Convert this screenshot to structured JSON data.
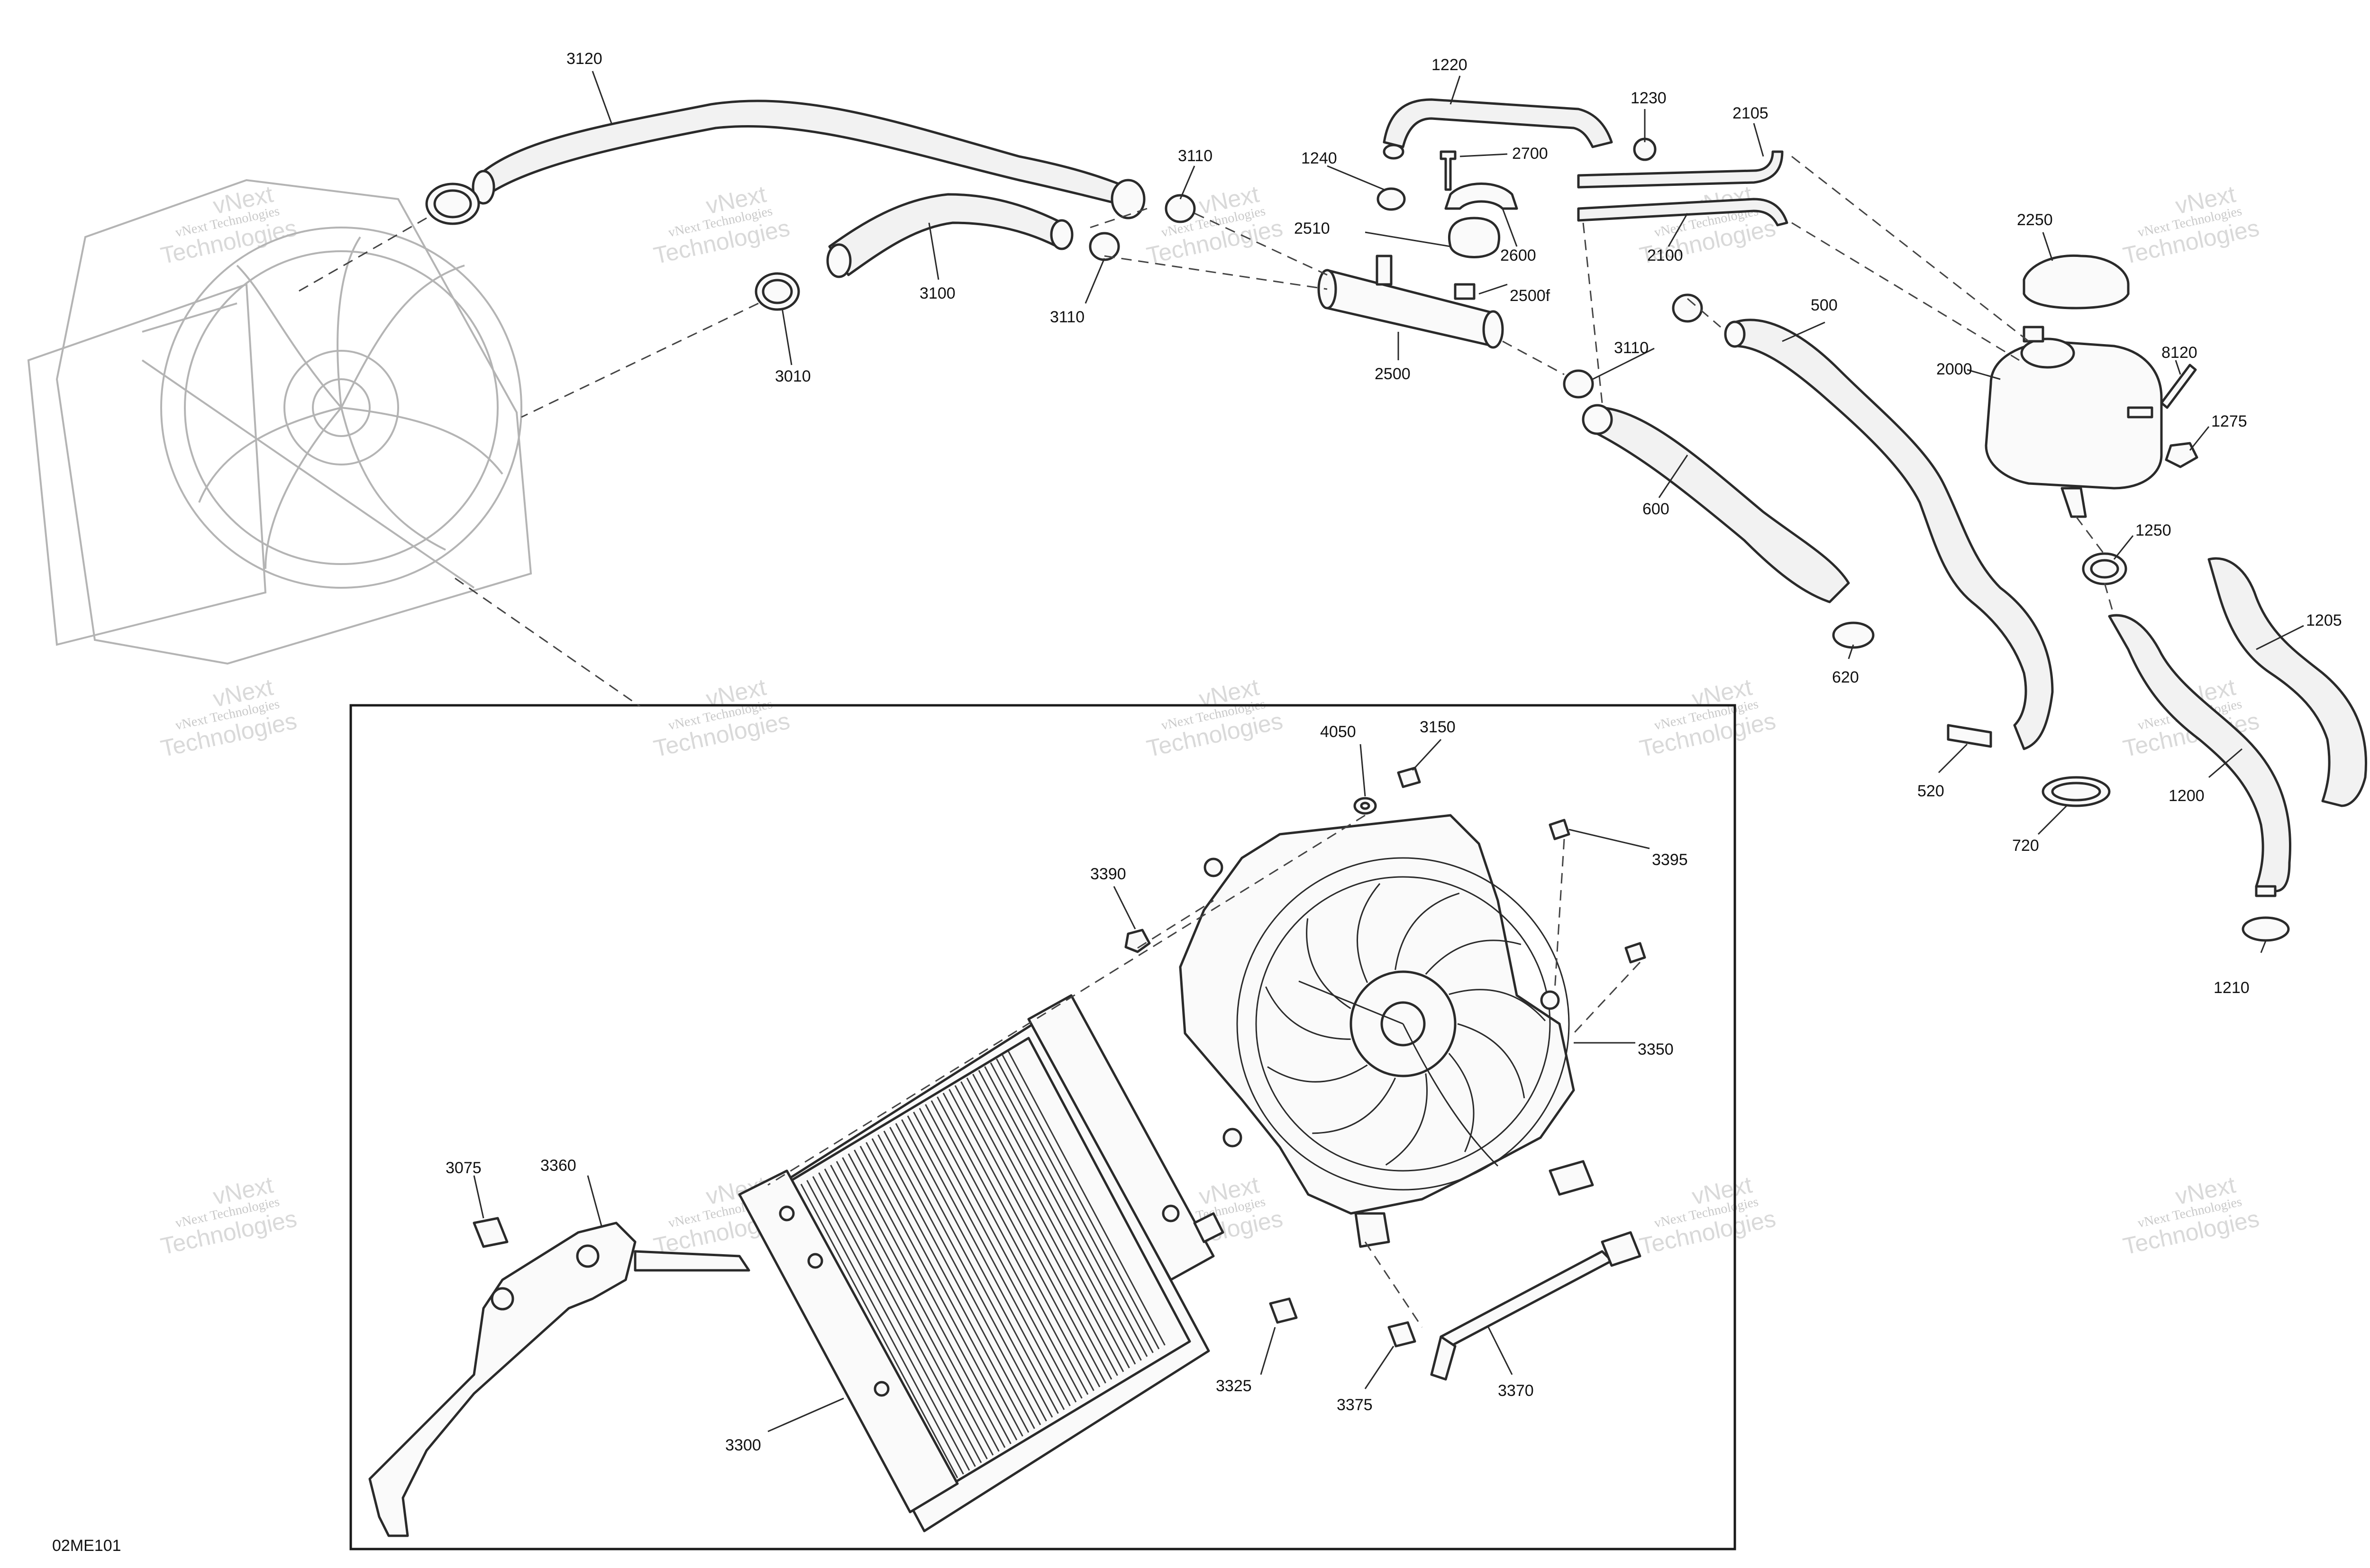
{
  "document": {
    "drawing_id": "02ME101"
  },
  "watermark": {
    "line1": "vNext Technologies",
    "line2": "vNext",
    "line3": "Technologies"
  },
  "callouts": [
    {
      "id": "3120",
      "label": "3120"
    },
    {
      "id": "1220",
      "label": "1220"
    },
    {
      "id": "1230",
      "label": "1230"
    },
    {
      "id": "2105",
      "label": "2105"
    },
    {
      "id": "1240",
      "label": "1240"
    },
    {
      "id": "2700",
      "label": "2700"
    },
    {
      "id": "3110a",
      "label": "3110"
    },
    {
      "id": "2510",
      "label": "2510"
    },
    {
      "id": "2600",
      "label": "2600"
    },
    {
      "id": "2100",
      "label": "2100"
    },
    {
      "id": "2250",
      "label": "2250"
    },
    {
      "id": "3100",
      "label": "3100"
    },
    {
      "id": "3110b",
      "label": "3110"
    },
    {
      "id": "2500f",
      "label": "2500f"
    },
    {
      "id": "500",
      "label": "500"
    },
    {
      "id": "3010",
      "label": "3010"
    },
    {
      "id": "2500",
      "label": "2500"
    },
    {
      "id": "3110c",
      "label": "3110"
    },
    {
      "id": "2000",
      "label": "2000"
    },
    {
      "id": "8120",
      "label": "8120"
    },
    {
      "id": "1275",
      "label": "1275"
    },
    {
      "id": "600",
      "label": "600"
    },
    {
      "id": "1250",
      "label": "1250"
    },
    {
      "id": "1205",
      "label": "1205"
    },
    {
      "id": "620",
      "label": "620"
    },
    {
      "id": "4050",
      "label": "4050"
    },
    {
      "id": "3150",
      "label": "3150"
    },
    {
      "id": "520",
      "label": "520"
    },
    {
      "id": "720",
      "label": "720"
    },
    {
      "id": "1200",
      "label": "1200"
    },
    {
      "id": "3395",
      "label": "3395"
    },
    {
      "id": "3390",
      "label": "3390"
    },
    {
      "id": "1210",
      "label": "1210"
    },
    {
      "id": "3350",
      "label": "3350"
    },
    {
      "id": "3075",
      "label": "3075"
    },
    {
      "id": "3360",
      "label": "3360"
    },
    {
      "id": "3325",
      "label": "3325"
    },
    {
      "id": "3375",
      "label": "3375"
    },
    {
      "id": "3370",
      "label": "3370"
    },
    {
      "id": "3300",
      "label": "3300"
    }
  ]
}
